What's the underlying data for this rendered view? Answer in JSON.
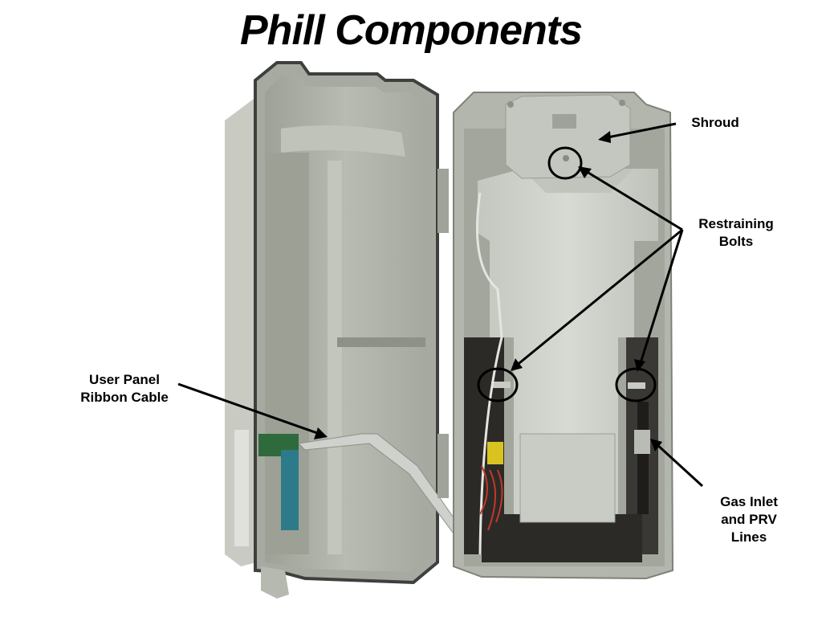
{
  "title": "Phill Components",
  "labels": {
    "shroud": "Shroud",
    "restraining_bolts": "Restraining\nBolts",
    "user_panel_cable": "User Panel\nRibbon Cable",
    "gas_inlet": "Gas Inlet\nand PRV\nLines"
  },
  "colors": {
    "housing": "#b9bcb3",
    "housing_shadow": "#8f938a",
    "gasket": "#4a4d4a",
    "unit": "#cfd2cb",
    "dark_cavity": "#2c2a27",
    "annotation": "#000000"
  }
}
